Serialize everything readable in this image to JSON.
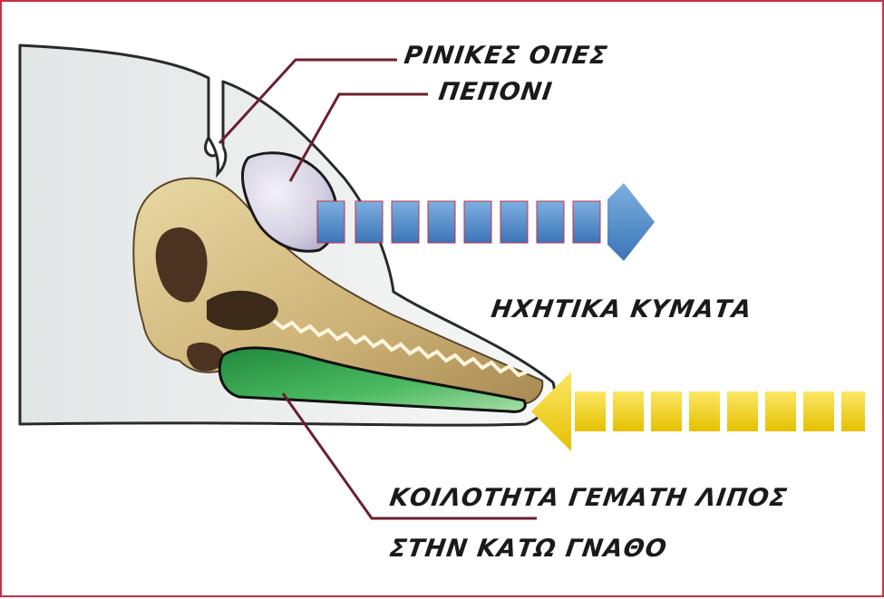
{
  "labels": {
    "nostrils": "ΡΙΝΙΚΕΣ ΟΠΕΣ",
    "melon": "ΠΕΠΟΝΙ",
    "sound_waves": "ΗΧΗΤΙΚΑ ΚΥΜΑΤΑ",
    "fat_cavity_line1": "ΚΟΙΛΟΤΗΤΑ ΓΕΜΑΤΗ ΛΙΠΟΣ",
    "fat_cavity_line2": "ΣΤΗΝ ΚΑΤΩ ΓΝΑΘΟ"
  },
  "colors": {
    "frame_border": "#c8304a",
    "outgoing_wave": "#4a86c8",
    "incoming_wave": "#f2d21a",
    "fat_cavity": "#2e9a48",
    "melon": "#d8d4e6",
    "bone": "#d9c48a",
    "leader_line": "#6b1f2e"
  }
}
